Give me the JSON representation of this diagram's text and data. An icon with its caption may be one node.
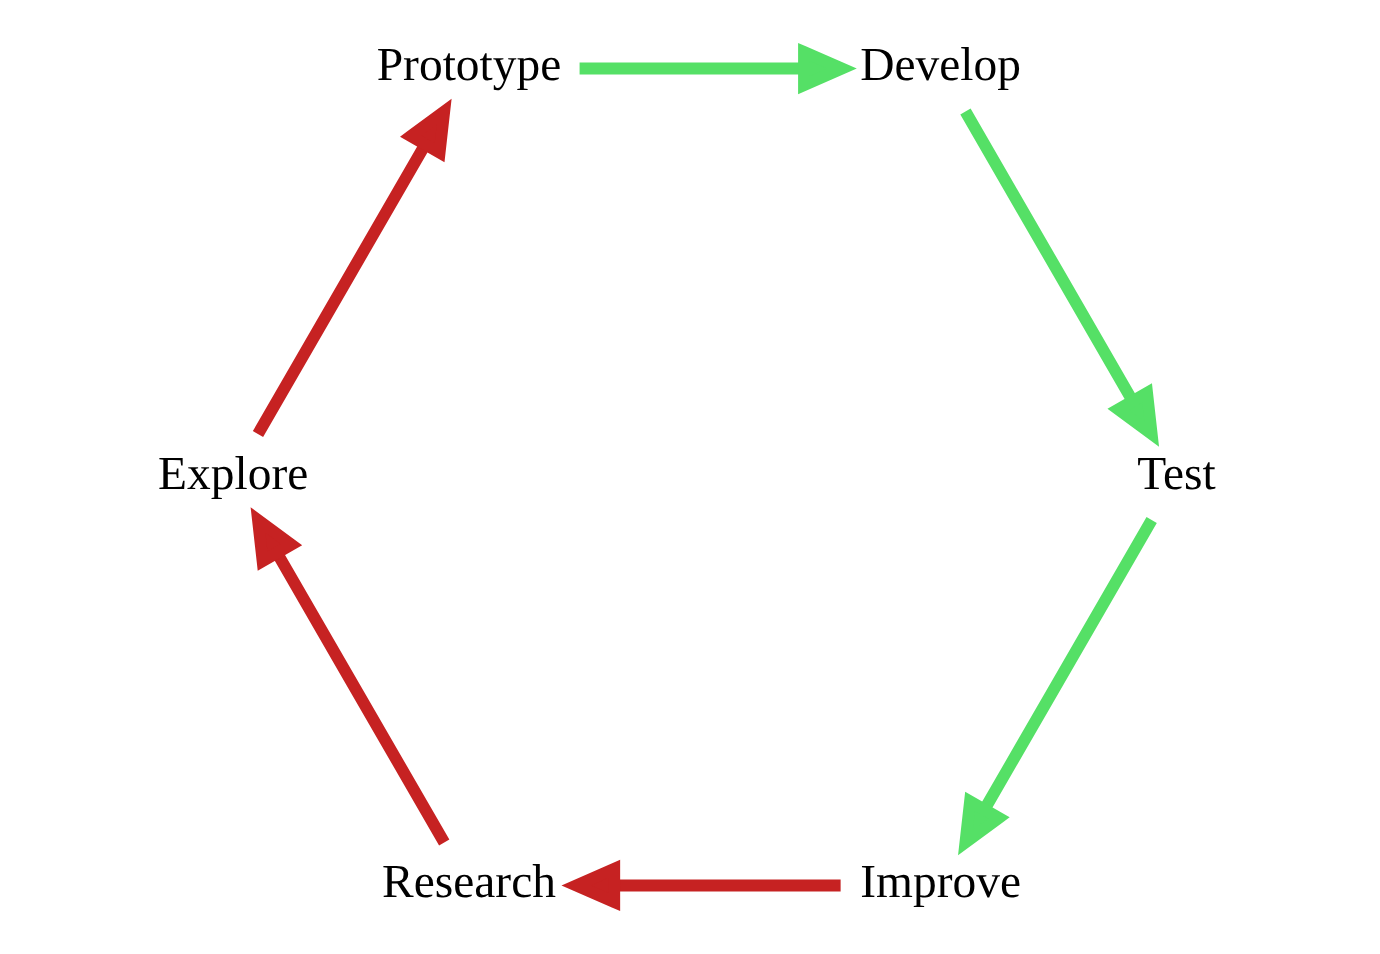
{
  "diagram": {
    "nodes": [
      {
        "text": [
          "Improve"
        ]
      },
      {
        "text": [
          "Research"
        ]
      },
      {
        "text": [
          "Explore"
        ]
      },
      {
        "text": [
          "Prototype"
        ]
      },
      {
        "text": [
          "Develop"
        ]
      },
      {
        "text": [
          "Test"
        ]
      }
    ],
    "edges": [
      {
        "from": 0,
        "to": 1,
        "arrow": "to",
        "color": "#c62222"
      },
      {
        "from": 1,
        "to": 2,
        "arrow": "to",
        "color": "#c62222"
      },
      {
        "from": 2,
        "to": 3,
        "arrow": "to",
        "color": "#c62222"
      },
      {
        "from": 3,
        "to": 4,
        "arrow": "to",
        "color": "#55e066"
      },
      {
        "from": 4,
        "to": 5,
        "arrow": "to",
        "color": "#55e066"
      },
      {
        "from": 5,
        "to": 0,
        "arrow": "to",
        "color": "#55e066"
      }
    ]
  }
}
